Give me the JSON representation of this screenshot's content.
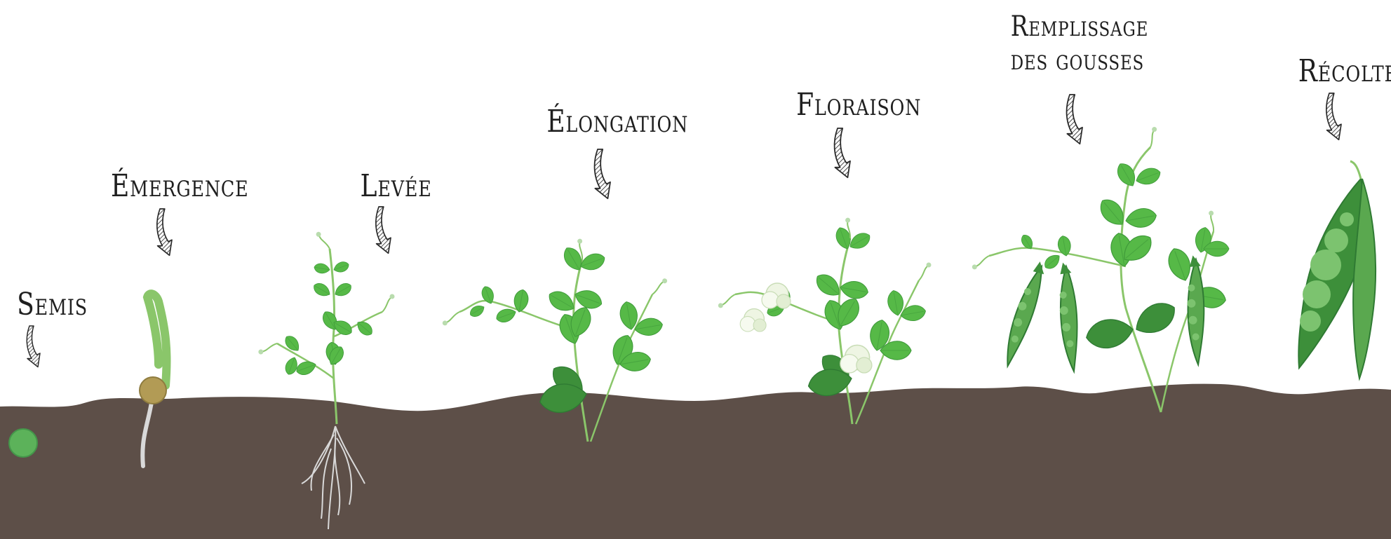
{
  "stages": [
    {
      "id": "semis",
      "label": "Semis"
    },
    {
      "id": "emergence",
      "label": "Émergence"
    },
    {
      "id": "levee",
      "label": "Levée"
    },
    {
      "id": "elongation",
      "label": "Élongation"
    },
    {
      "id": "floraison",
      "label": "Floraison"
    },
    {
      "id": "remplissage",
      "label_line1": "Remplissage",
      "label_line2": "des gousses"
    },
    {
      "id": "recolte",
      "label": "Récolte"
    }
  ],
  "colors": {
    "soil": "#5d4f48",
    "leaf": "#56b947",
    "leaf_dark": "#3d8f3a",
    "stem": "#8ac66a",
    "seed": "#5cb25a",
    "seed_coat": "#b29b55",
    "root": "#d9d9d9",
    "flower": "#eef5e3",
    "pod": "#5aa84f",
    "pod_dark": "#2f7a33",
    "arrow": "#333333"
  }
}
